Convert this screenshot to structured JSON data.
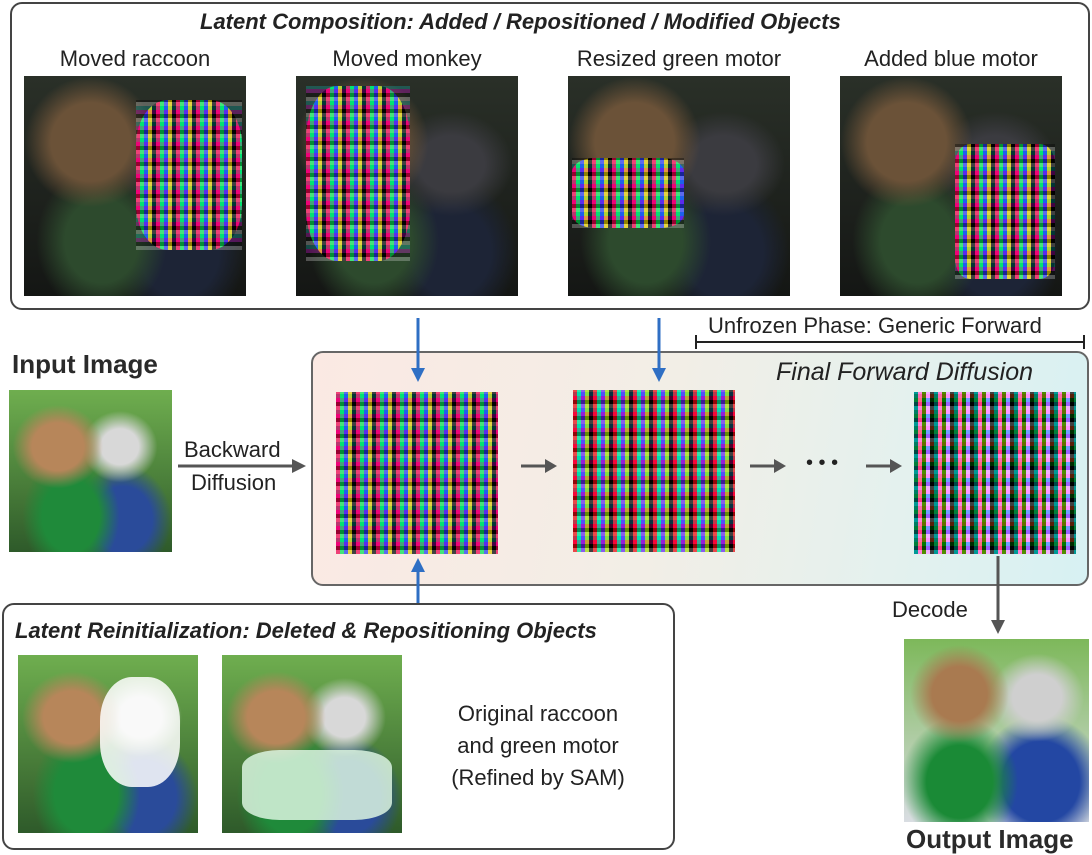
{
  "composition": {
    "title": "Latent Composition: Added / Repositioned / Modified Objects",
    "panels": [
      {
        "caption": "Moved raccoon"
      },
      {
        "caption": "Moved monkey"
      },
      {
        "caption": "Resized green motor"
      },
      {
        "caption": "Added blue motor"
      }
    ]
  },
  "unfrozen_label": "Unfrozen Phase: Generic Forward",
  "input_label": "Input Image",
  "backward_label_1": "Backward",
  "backward_label_2": "Diffusion",
  "forward_title": "Final Forward Diffusion",
  "ellipsis": "• • •",
  "decode_label": "Decode",
  "output_label": "Output Image",
  "reinit": {
    "title": "Latent Reinitialization: Deleted & Repositioning Objects",
    "desc_1": "Original raccoon",
    "desc_2": "and green motor",
    "desc_3": "(Refined by SAM)"
  },
  "colors": {
    "arrow_blue": "#2f6fc4",
    "arrow_gray": "#555555",
    "border": "#444444"
  }
}
